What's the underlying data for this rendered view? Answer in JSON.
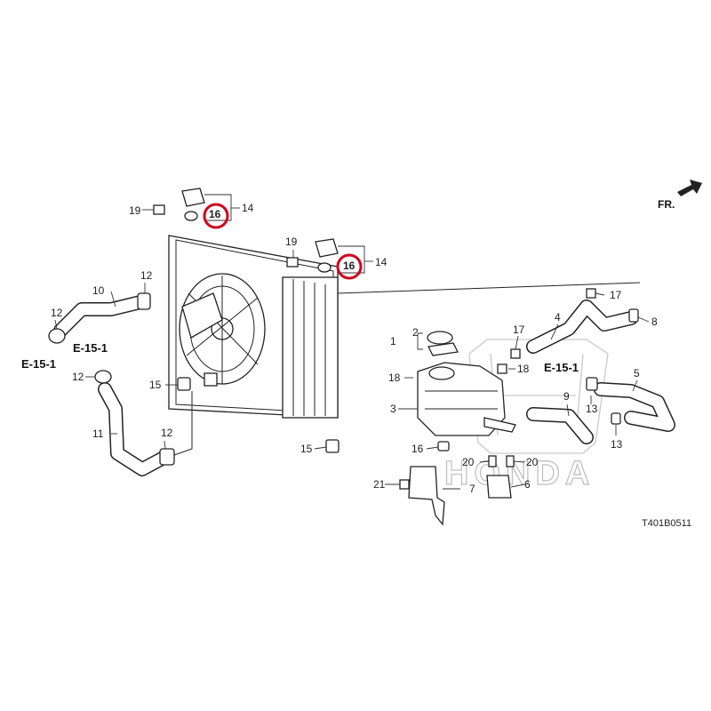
{
  "diagram_code": "T401B0511",
  "direction_label": "FR.",
  "watermark_text": "HONDA",
  "highlight_color": "#d0021b",
  "callouts": {
    "c1": "1",
    "c2": "2",
    "c3": "3",
    "c4": "4",
    "c5": "5",
    "c6": "6",
    "c7": "7",
    "c8": "8",
    "c9": "9",
    "c10": "10",
    "c11": "11",
    "c12a": "12",
    "c12b": "12",
    "c12c": "12",
    "c12d": "12",
    "c13a": "13",
    "c13b": "13",
    "c14a": "14",
    "c14b": "14",
    "c15a": "15",
    "c15b": "15",
    "c16a": "16",
    "c16b": "16",
    "c16c": "16",
    "c17a": "17",
    "c17b": "17",
    "c18a": "18",
    "c18b": "18",
    "c19a": "19",
    "c19b": "19",
    "c20a": "20",
    "c20b": "20",
    "c21": "21"
  },
  "references": {
    "ref_left_top": "E-15-1",
    "ref_left_bottom": "E-15-1",
    "ref_right": "E-15-1"
  }
}
